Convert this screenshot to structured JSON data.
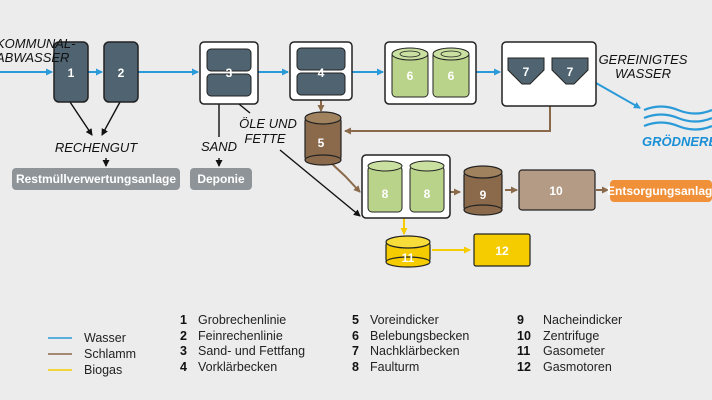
{
  "colors": {
    "water": "#2a9ad9",
    "sludge": "#8a6a4b",
    "biogas": "#f4cc00",
    "tank": "#4f6470",
    "green": "#b9d48a",
    "orange": "#f0913a",
    "grey": "#8f9498"
  },
  "labels": {
    "abwasser": [
      "KOMMUNAL-",
      "ABWASSER"
    ],
    "gereinigt": [
      "GEREINIGTES",
      "WASSER"
    ],
    "rechengut": "RECHENGUT",
    "sand": "SAND",
    "oele": [
      "ÖLE UND",
      "FETTE"
    ],
    "river": "GRÖDNERBACH"
  },
  "units": {
    "u1": "1",
    "u2": "2",
    "u3": "3",
    "u4": "4",
    "u5": "5",
    "u6a": "6",
    "u6b": "6",
    "u7a": "7",
    "u7b": "7",
    "u8a": "8",
    "u8b": "8",
    "u9": "9",
    "u10": "10",
    "u11": "11",
    "u12": "12"
  },
  "destinations": {
    "restmuell": "Restmüllverwertungsanlage",
    "deponie": "Deponie",
    "entsorgung": "Entsorgungsanlage"
  },
  "legend": {
    "lines": [
      "Wasser",
      "Schlamm",
      "Biogas"
    ],
    "items": [
      {
        "n": "1",
        "t": "Grobrechenlinie"
      },
      {
        "n": "2",
        "t": "Feinrechenlinie"
      },
      {
        "n": "3",
        "t": "Sand- und Fettfang"
      },
      {
        "n": "4",
        "t": "Vorklärbecken"
      },
      {
        "n": "5",
        "t": "Voreindicker"
      },
      {
        "n": "6",
        "t": "Belebungsbecken"
      },
      {
        "n": "7",
        "t": "Nachklärbecken"
      },
      {
        "n": "8",
        "t": "Faulturm"
      },
      {
        "n": "9",
        "t": "Nacheindicker"
      },
      {
        "n": "10",
        "t": "Zentrifuge"
      },
      {
        "n": "11",
        "t": "Gasometer"
      },
      {
        "n": "12",
        "t": "Gasmotoren"
      }
    ]
  }
}
